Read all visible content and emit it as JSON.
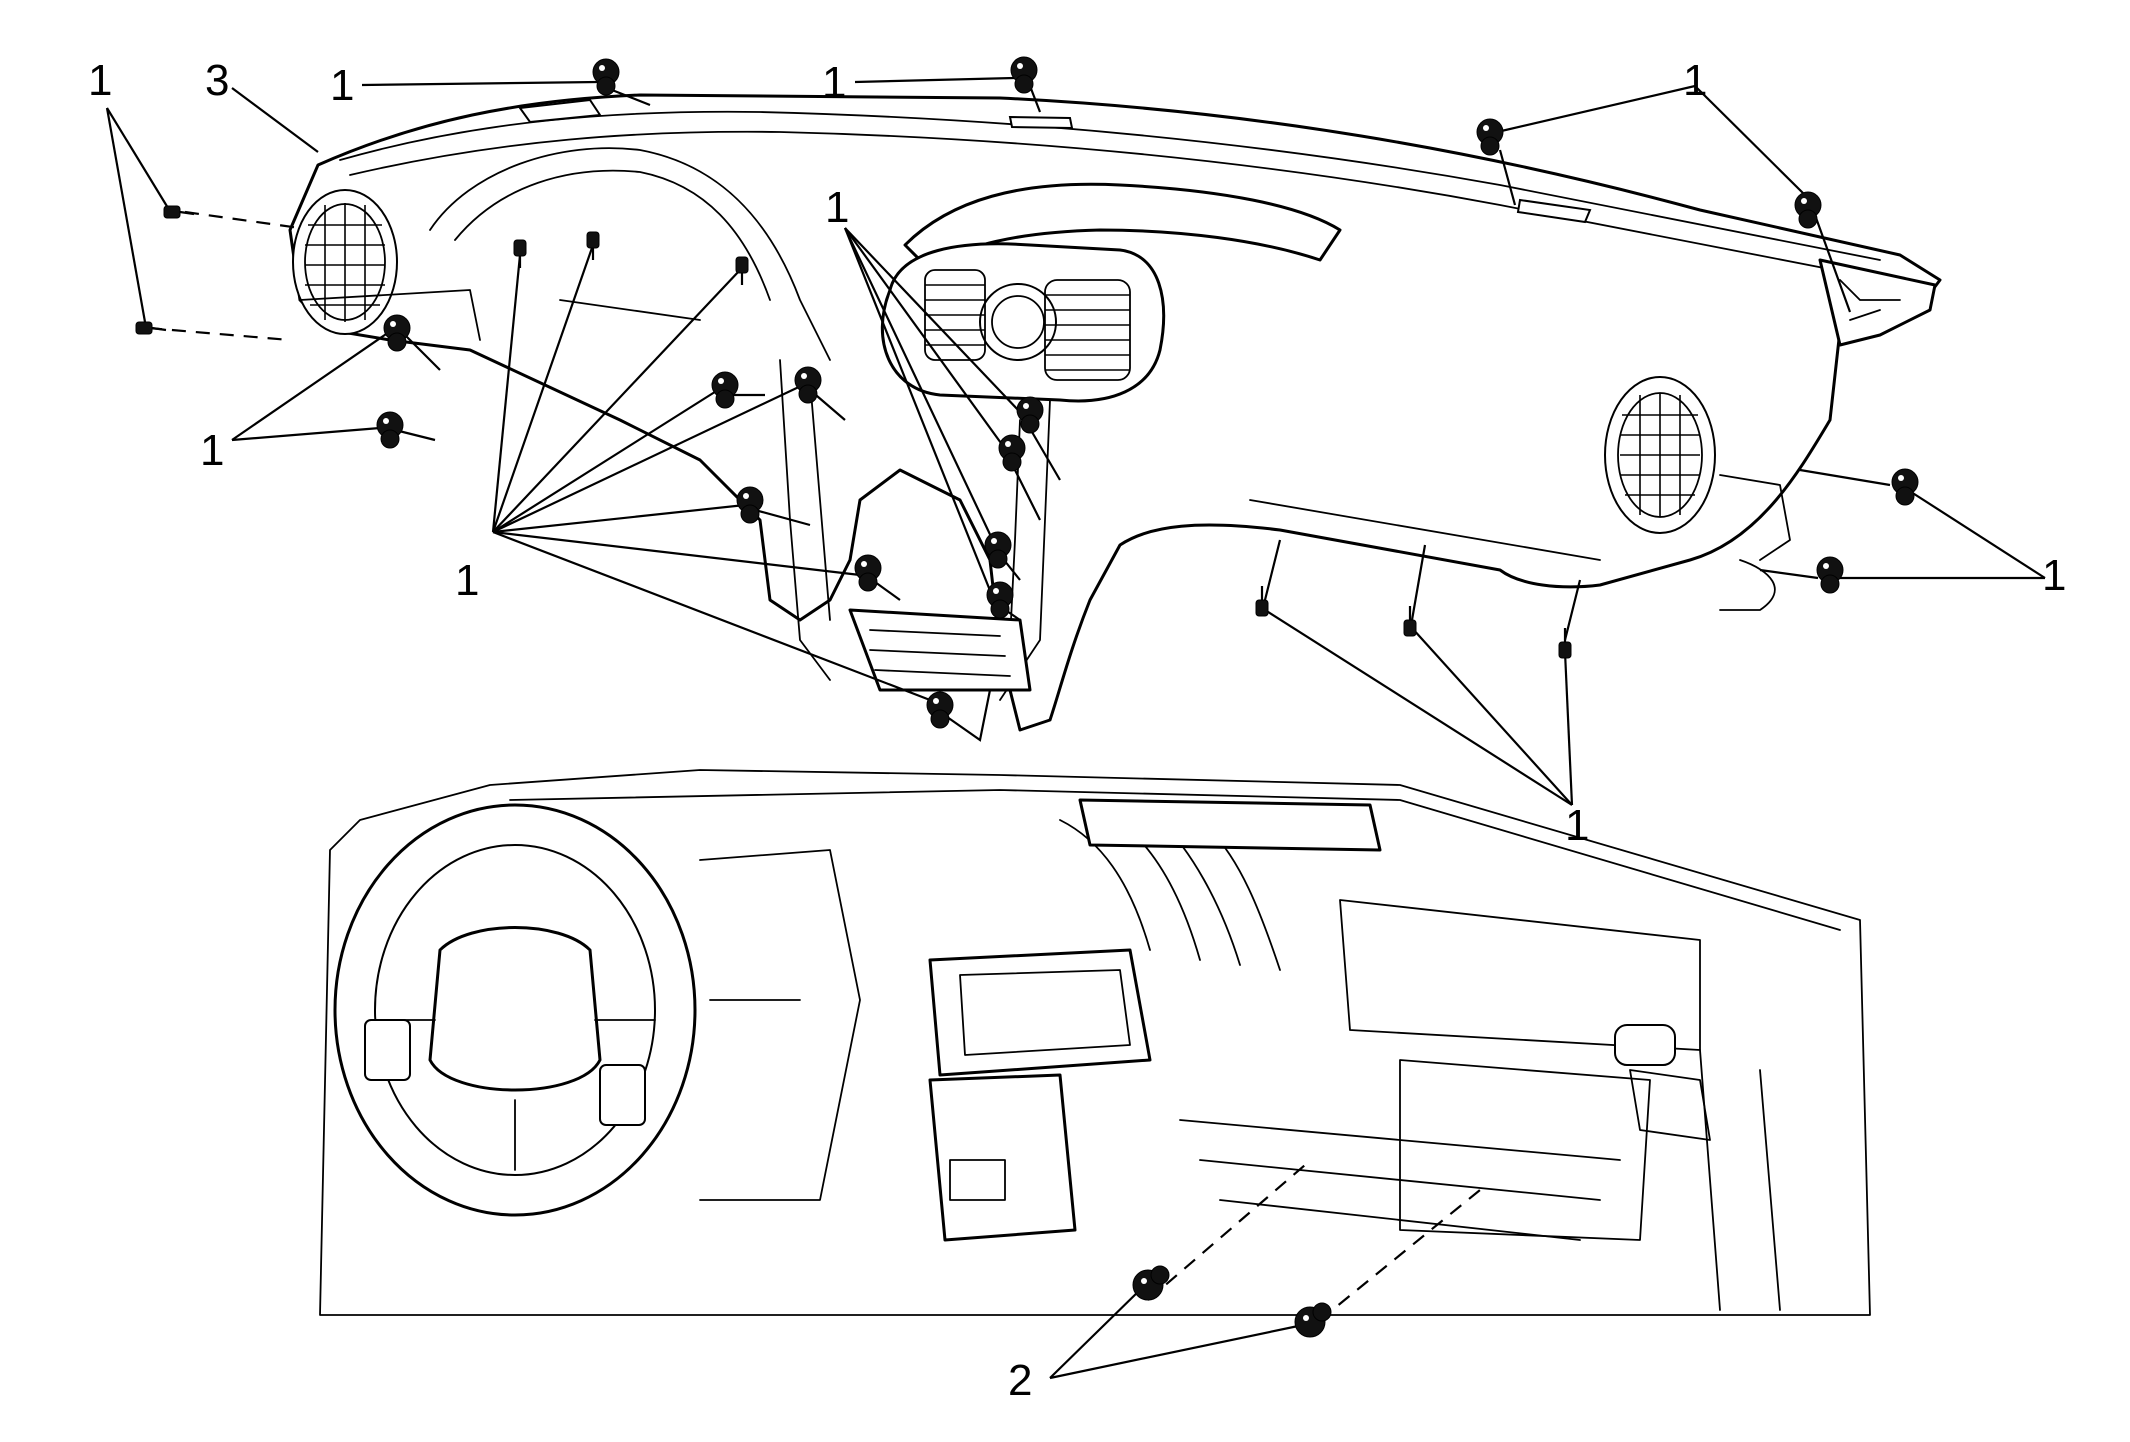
{
  "callouts": [
    {
      "id": "c1",
      "text": "1"
    },
    {
      "id": "c2",
      "text": "3"
    },
    {
      "id": "c3",
      "text": "1"
    },
    {
      "id": "c4",
      "text": "1"
    },
    {
      "id": "c5",
      "text": "1"
    },
    {
      "id": "c6",
      "text": "1"
    },
    {
      "id": "c7",
      "text": "1"
    },
    {
      "id": "c8",
      "text": "1"
    },
    {
      "id": "c9",
      "text": "1"
    },
    {
      "id": "c10",
      "text": "1"
    },
    {
      "id": "c11",
      "text": "2"
    }
  ]
}
